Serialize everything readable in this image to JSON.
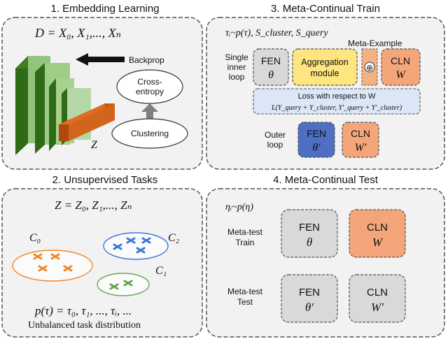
{
  "panels": {
    "p1": {
      "title": "1. Embedding Learning"
    },
    "p2": {
      "title": "2. Unsupervised Tasks"
    },
    "p3": {
      "title": "3. Meta-Continual Train"
    },
    "p4": {
      "title": "4. Meta-Continual Test"
    }
  },
  "embedding": {
    "dataset": "D = X₀, X₁,..., Xₙ",
    "backprop": "Backprop",
    "loss_line1": "Cross-",
    "loss_line2": "entropy",
    "clustering": "Clustering",
    "z_label": "Z"
  },
  "tasks": {
    "z_set": "Z = Z₀, Z₁,..., Zₙ",
    "c0": "C₀",
    "c1": "C₁",
    "c2": "C₂",
    "task_dist": "p(τ) = τ₀, τ₁, ..., τᵢ, ...",
    "caption": "Unbalanced task distribution"
  },
  "train": {
    "sampling": "τᵢ~p(τ), S_cluster, S_query",
    "meta_example": "Meta-Example",
    "single_inner_1": "Single",
    "single_inner_2": "inner",
    "single_inner_3": "loop",
    "fen": "FEN",
    "theta": "θ",
    "aggregation_1": "Aggregation",
    "aggregation_2": "module",
    "oplus": "⊕",
    "cln": "CLN",
    "w": "W",
    "loss_title": "Loss with respect to W",
    "loss_formula": "L(Y_query + Y_cluster, Y′_query + Y′_cluster)",
    "outer_1": "Outer",
    "outer_2": "loop",
    "fen_outer": "FEN",
    "theta_prime": "θ′",
    "cln_outer": "CLN",
    "w_prime": "W′"
  },
  "test": {
    "sampling": "ηᵢ~p(η)",
    "train_row_1": "Meta-test",
    "train_row_2": "Train",
    "test_row_1": "Meta-test",
    "test_row_2": "Test",
    "fen": "FEN",
    "theta": "θ",
    "cln": "CLN",
    "w": "W",
    "fen2": "FEN",
    "theta_prime": "θ′",
    "cln2": "CLN",
    "w_prime": "W′"
  },
  "colors": {
    "panel_bg": "#f2f2f2",
    "gray_box": "#d9d9d9",
    "yellow_box": "#ffe57f",
    "orange_box": "#f4a67a",
    "blue_box": "#4f6fc4",
    "loss_box": "#dbe6f7",
    "green_dark": "#3f7d20",
    "green_light": "#93c47d",
    "orange_feat": "#e06d1f",
    "cluster_orange": "#f08a24",
    "cluster_blue": "#3c78d8",
    "cluster_green": "#6aa84f"
  }
}
